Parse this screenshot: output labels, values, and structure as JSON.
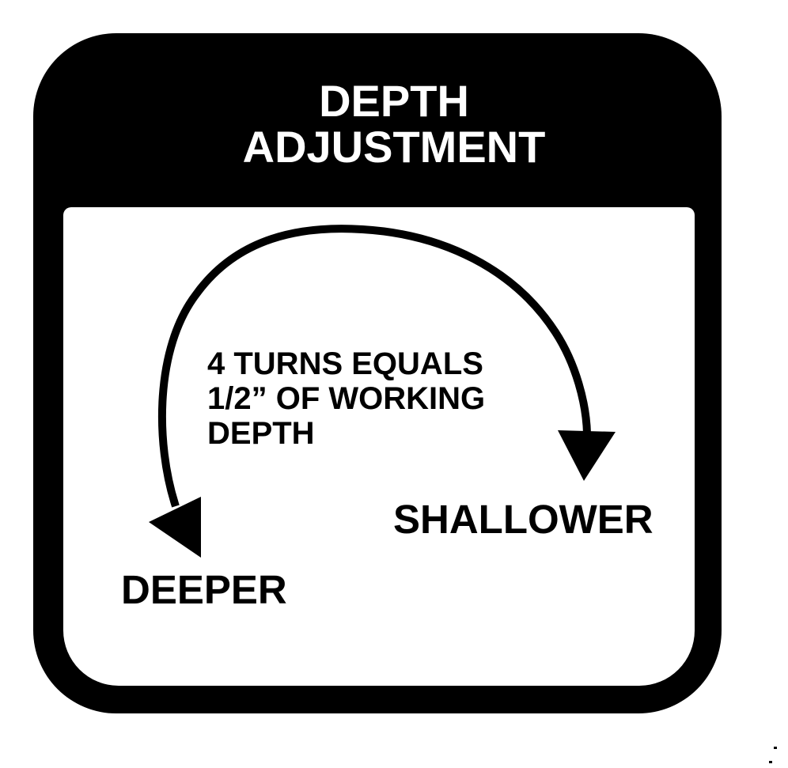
{
  "decal": {
    "title_line1": "DEPTH",
    "title_line2": "ADJUSTMENT",
    "note_line1": "4 TURNS EQUALS",
    "note_line2": "1/2” OF WORKING",
    "note_line3": "DEPTH",
    "label_shallower": "SHALLOWER",
    "label_deeper": "DEEPER"
  },
  "icons": {
    "arc": "curved-double-arrow-icon"
  },
  "colors": {
    "ink": "#000000",
    "paper": "#ffffff"
  }
}
